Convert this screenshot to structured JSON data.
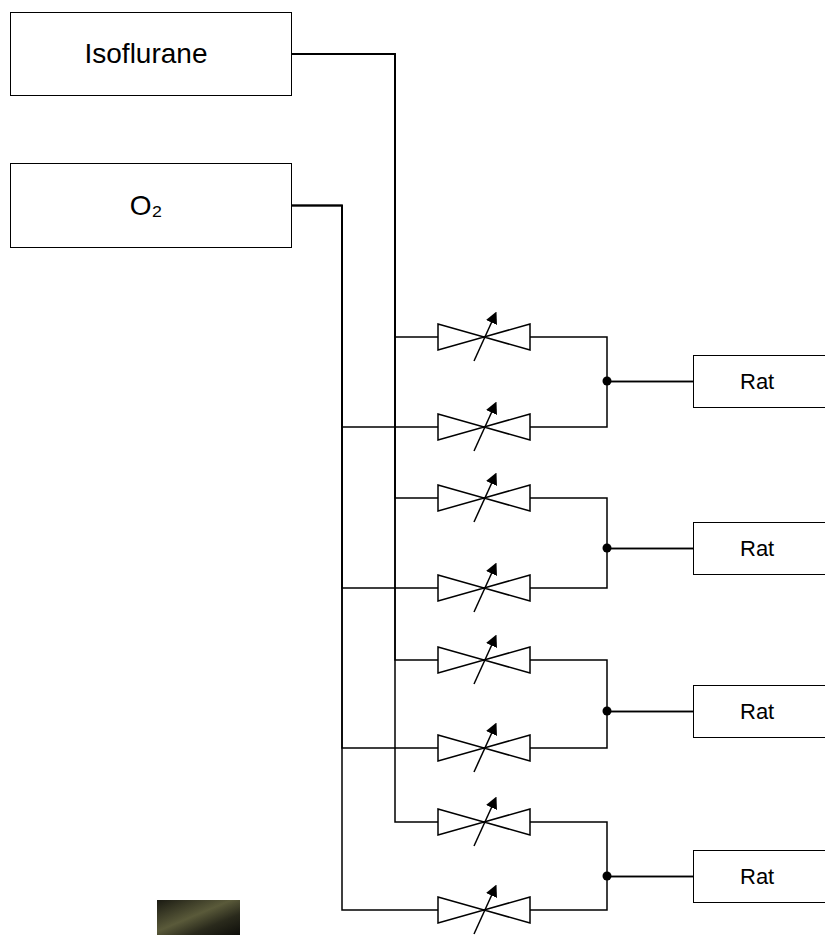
{
  "diagram": {
    "nodes": [
      {
        "text": [
          "Isoflurane"
        ]
      },
      {
        "text": [
          "O₂"
        ]
      },
      {
        "text": [
          "Rat"
        ]
      },
      {
        "text": [
          "Rat"
        ]
      },
      {
        "text": [
          "Rat"
        ]
      },
      {
        "text": [
          "Rat"
        ]
      }
    ],
    "edges": [
      {
        "from": 0,
        "to": 2,
        "arrow": "none"
      },
      {
        "from": 1,
        "to": 2,
        "arrow": "none"
      },
      {
        "from": 0,
        "to": 3,
        "arrow": "none"
      },
      {
        "from": 1,
        "to": 3,
        "arrow": "none"
      },
      {
        "from": 0,
        "to": 4,
        "arrow": "none"
      },
      {
        "from": 1,
        "to": 4,
        "arrow": "none"
      },
      {
        "from": 0,
        "to": 5,
        "arrow": "none"
      },
      {
        "from": 1,
        "to": 5,
        "arrow": "none"
      }
    ]
  }
}
